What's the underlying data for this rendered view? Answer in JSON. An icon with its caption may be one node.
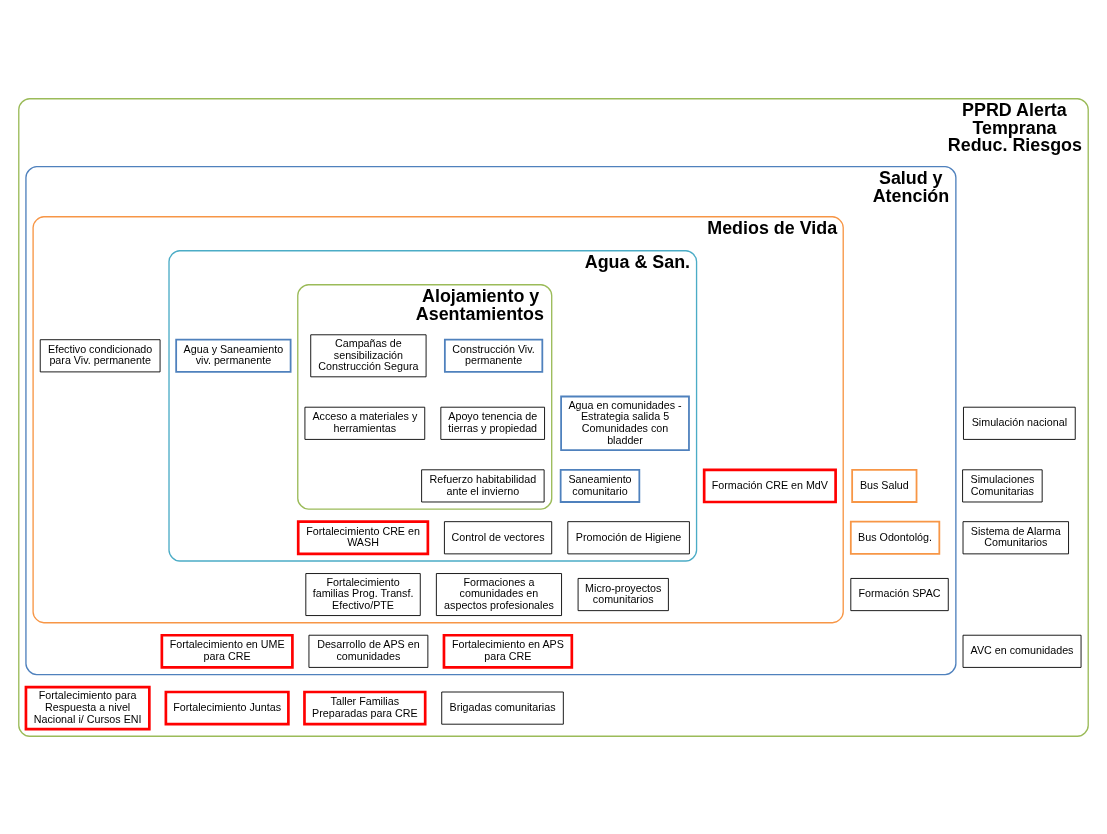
{
  "diagram": {
    "nodes": [
      {
        "text": [
          "PPRD Alerta Temprana Reduc. Riesgos"
        ]
      },
      {
        "text": [
          "Salud y Atención"
        ],
        "in": 0
      },
      {
        "text": [
          "Medios de Vida"
        ],
        "in": 1
      },
      {
        "text": [
          "Agua & San."
        ],
        "in": 2
      },
      {
        "text": [
          "Alojamiento y Asentamientos"
        ],
        "in": 3
      },
      {
        "text": [
          "Construcción Viv. permanente"
        ],
        "in": 4
      },
      {
        "text": [
          "Campañas de sensibilización Construcción Segura"
        ],
        "in": 4
      },
      {
        "text": [
          "Acceso a materiales y herramientas"
        ],
        "in": 4
      },
      {
        "text": [
          "Apoyo tenencia de tierras y propiedad"
        ],
        "in": 4
      },
      {
        "text": [
          "Refuerzo habitabilidad ante el invierno"
        ],
        "in": 4
      },
      {
        "text": [
          "Agua y Saneamiento viv. permanente"
        ],
        "in": 3
      },
      {
        "text": [
          "Agua en comunidades - Estrategia salida 5 Comunidades con bladder"
        ],
        "in": 3
      },
      {
        "text": [
          "Saneamiento comunitario"
        ],
        "in": 3
      },
      {
        "text": [
          "Fortalecimiento CRE en WASH"
        ],
        "in": 3
      },
      {
        "text": [
          "Control de vectores"
        ],
        "in": 3
      },
      {
        "text": [
          "Promoción de Higiene"
        ],
        "in": 3
      },
      {
        "text": [
          "Efectivo condicionado para Viv. permanente"
        ],
        "in": 2
      },
      {
        "text": [
          "Formación CRE en MdV"
        ],
        "in": 2
      },
      {
        "text": [
          "Fortalecimiento familias Prog. Transf. Efectivo/PTE"
        ],
        "in": 2
      },
      {
        "text": [
          "Formaciones a comunidades en aspectos profesionales"
        ],
        "in": 2
      },
      {
        "text": [
          "Micro-proyectos comunitarios"
        ],
        "in": 2
      },
      {
        "text": [
          "Bus Salud"
        ],
        "in": 1
      },
      {
        "text": [
          "Bus Odontológ."
        ],
        "in": 1
      },
      {
        "text": [
          "Fortalecimiento en UME para CRE"
        ],
        "in": 1
      },
      {
        "text": [
          "Desarrollo de APS en comunidades"
        ],
        "in": 1
      },
      {
        "text": [
          "Fortalecimiento en APS para CRE"
        ],
        "in": 1
      },
      {
        "text": [
          "Formación SPAC"
        ],
        "in": 1
      },
      {
        "text": [
          "Simulación nacional"
        ],
        "in": 0
      },
      {
        "text": [
          "Simulaciones Comunitarias"
        ],
        "in": 0
      },
      {
        "text": [
          "Sistema de Alarma Comunitarios"
        ],
        "in": 0
      },
      {
        "text": [
          "AVC en comunidades"
        ],
        "in": 0
      },
      {
        "text": [
          "Fortalecimiento para Respuesta a nivel Nacional i/ Cursos ENI"
        ],
        "in": 0
      },
      {
        "text": [
          "Fortalecimiento Juntas"
        ],
        "in": 0
      },
      {
        "text": [
          "Taller Familias Preparadas para CRE"
        ],
        "in": 0
      },
      {
        "text": [
          "Brigadas comunitarias"
        ],
        "in": 0
      }
    ]
  }
}
